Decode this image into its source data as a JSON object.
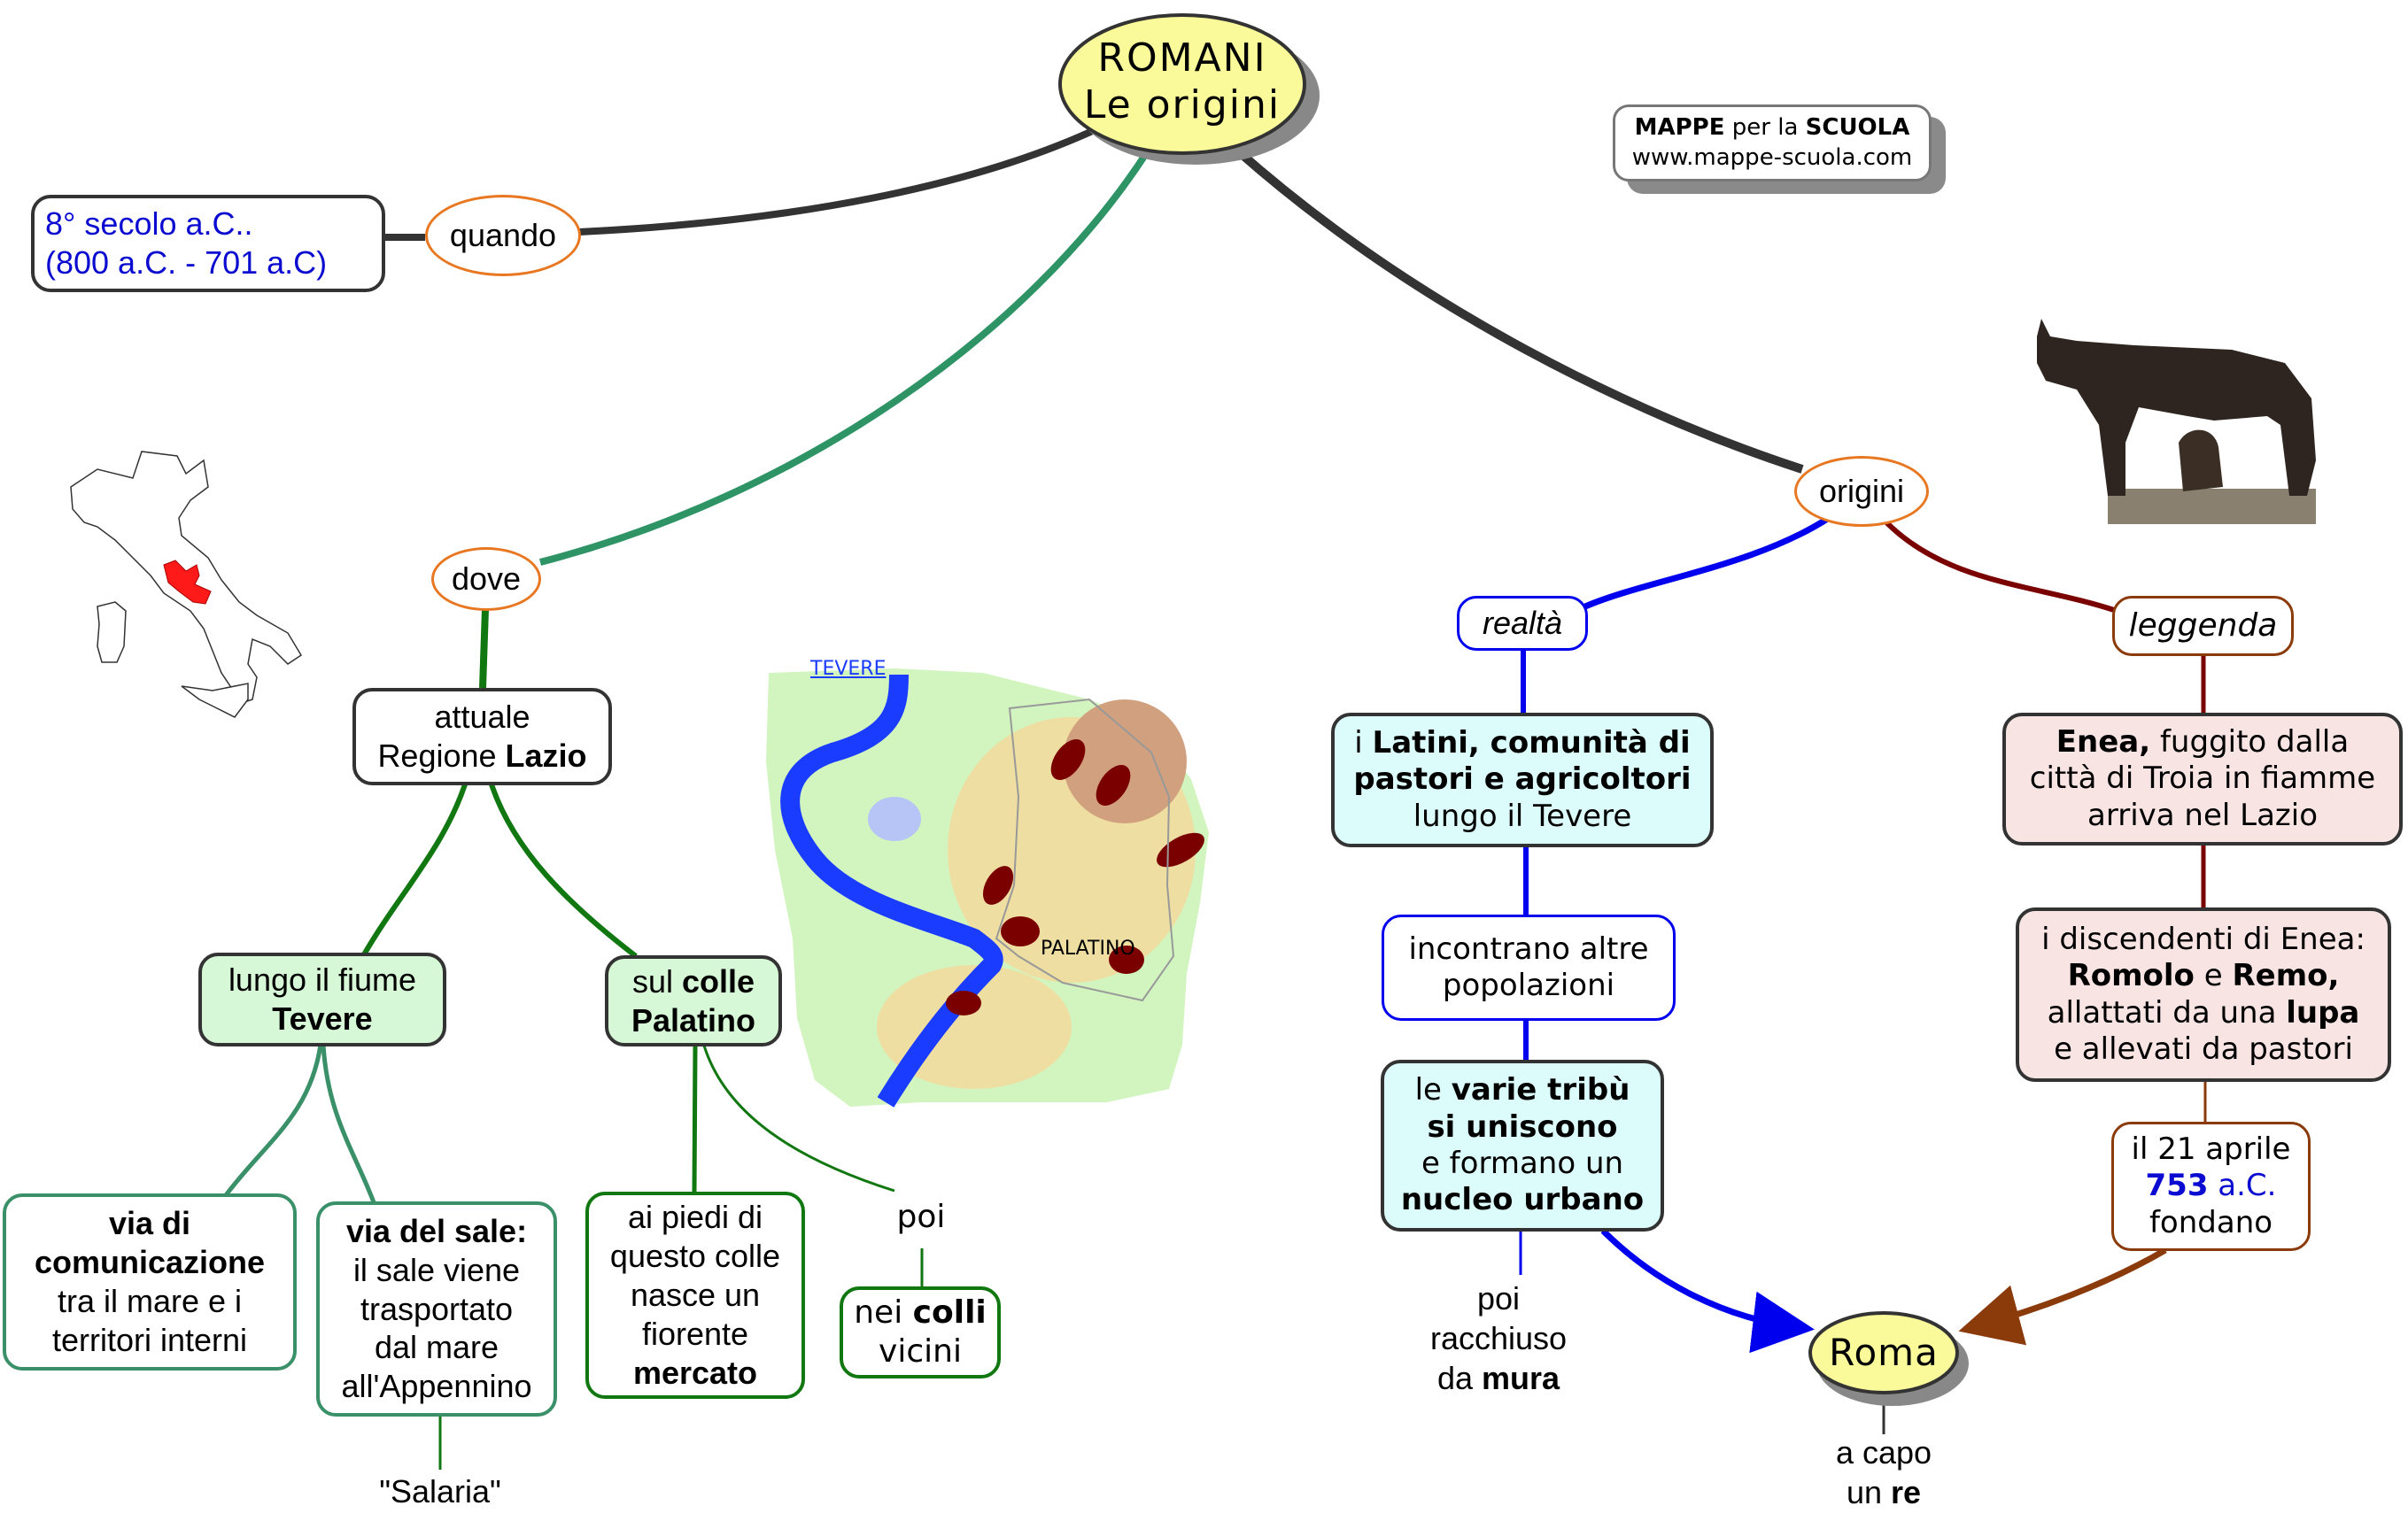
{
  "title": {
    "line1": "ROMANI",
    "line2": "Le origini"
  },
  "credit": {
    "bold1": "MAPPE",
    "mid": " per la ",
    "bold2": "SCUOLA",
    "url": "www.mappe-scuola.com"
  },
  "colors": {
    "root_fill": "#fafa9a",
    "link_dark": "#333333",
    "link_green_teal": "#2e9466",
    "link_green": "#117711",
    "link_blue": "#0000ee",
    "link_darkred": "#7a0000",
    "link_brown": "#8b3a0a",
    "ellipse_border": "#e87722",
    "date_text": "#0a0ad0"
  },
  "branches": {
    "quando": {
      "label": "quando",
      "date_box": {
        "line1": "8° secolo a.C..",
        "line2": "(800 a.C. - 701 a.C)"
      }
    },
    "dove": {
      "label": "dove",
      "regione": {
        "line1": "attuale",
        "line2_normal": "Regione ",
        "line2_bold": "Lazio"
      },
      "tevere": {
        "line1": "lungo il fiume",
        "line2_bold": "Tevere",
        "children": {
          "via_comunicazione": {
            "bold1": "via di",
            "bold2": "comunicazione",
            "line3": "tra il mare e i",
            "line4": "territori interni"
          },
          "via_sale": {
            "bold1": "via del sale:",
            "line2": "il sale viene",
            "line3": "trasportato",
            "line4": "dal mare",
            "line5": "all'Appennino",
            "note": "\"Salaria\""
          }
        }
      },
      "palatino": {
        "line1_normal": "sul ",
        "line1_bold": "colle",
        "line2_bold": "Palatino",
        "mercato": {
          "line1": "ai piedi di",
          "line2": "questo colle",
          "line3": "nasce un",
          "line4": "fiorente",
          "line5_bold": "mercato"
        },
        "poi_label": "poi",
        "colli": {
          "line1_normal": "nei ",
          "line1_bold": "colli",
          "line2": "vicini"
        }
      },
      "map_labels": {
        "river": "TEVERE",
        "hill": "PALATINO"
      }
    },
    "origini": {
      "label": "origini",
      "realta": {
        "label": "realtà",
        "latini": {
          "line1_normal": "i ",
          "line1_bold": "Latini, comunità di",
          "line2_bold": "pastori e agricoltori",
          "line3": "lungo il Tevere"
        },
        "incontrano": {
          "line1": "incontrano altre",
          "line2": "popolazioni"
        },
        "tribu": {
          "line1_normal": "le ",
          "line1_bold": "varie tribù",
          "line2_bold": "si uniscono",
          "line3": "e formano un",
          "line4_bold": "nucleo urbano"
        },
        "mura": {
          "line1": "poi",
          "line2": "racchiuso",
          "line3_normal": "da ",
          "line3_bold": "mura"
        }
      },
      "leggenda": {
        "label": "leggenda",
        "enea": {
          "line1_bold": "Enea,",
          "line1_normal": " fuggito dalla",
          "line2": "città di Troia in fiamme",
          "line3": "arriva nel Lazio"
        },
        "discendenti": {
          "line1": "i discendenti di Enea:",
          "line2_bold1": "Romolo",
          "line2_mid": " e ",
          "line2_bold2": "Remo,",
          "line3_normal": "allattati da una ",
          "line3_bold": "lupa",
          "line4": "e allevati da pastori"
        },
        "fondano": {
          "line1": "il 21 aprile",
          "line2_bold": "753",
          "line2_normal": " a.C.",
          "line3": "fondano"
        }
      },
      "roma": {
        "label": "Roma",
        "note_line1": "a capo",
        "note_line2_normal": "un ",
        "note_line2_bold": "re"
      }
    }
  },
  "images": {
    "italy_map": "italy-map-lazio-highlighted",
    "rome_map": "rome-hills-tiber-map",
    "lupa": "capitoline-wolf-statue"
  }
}
